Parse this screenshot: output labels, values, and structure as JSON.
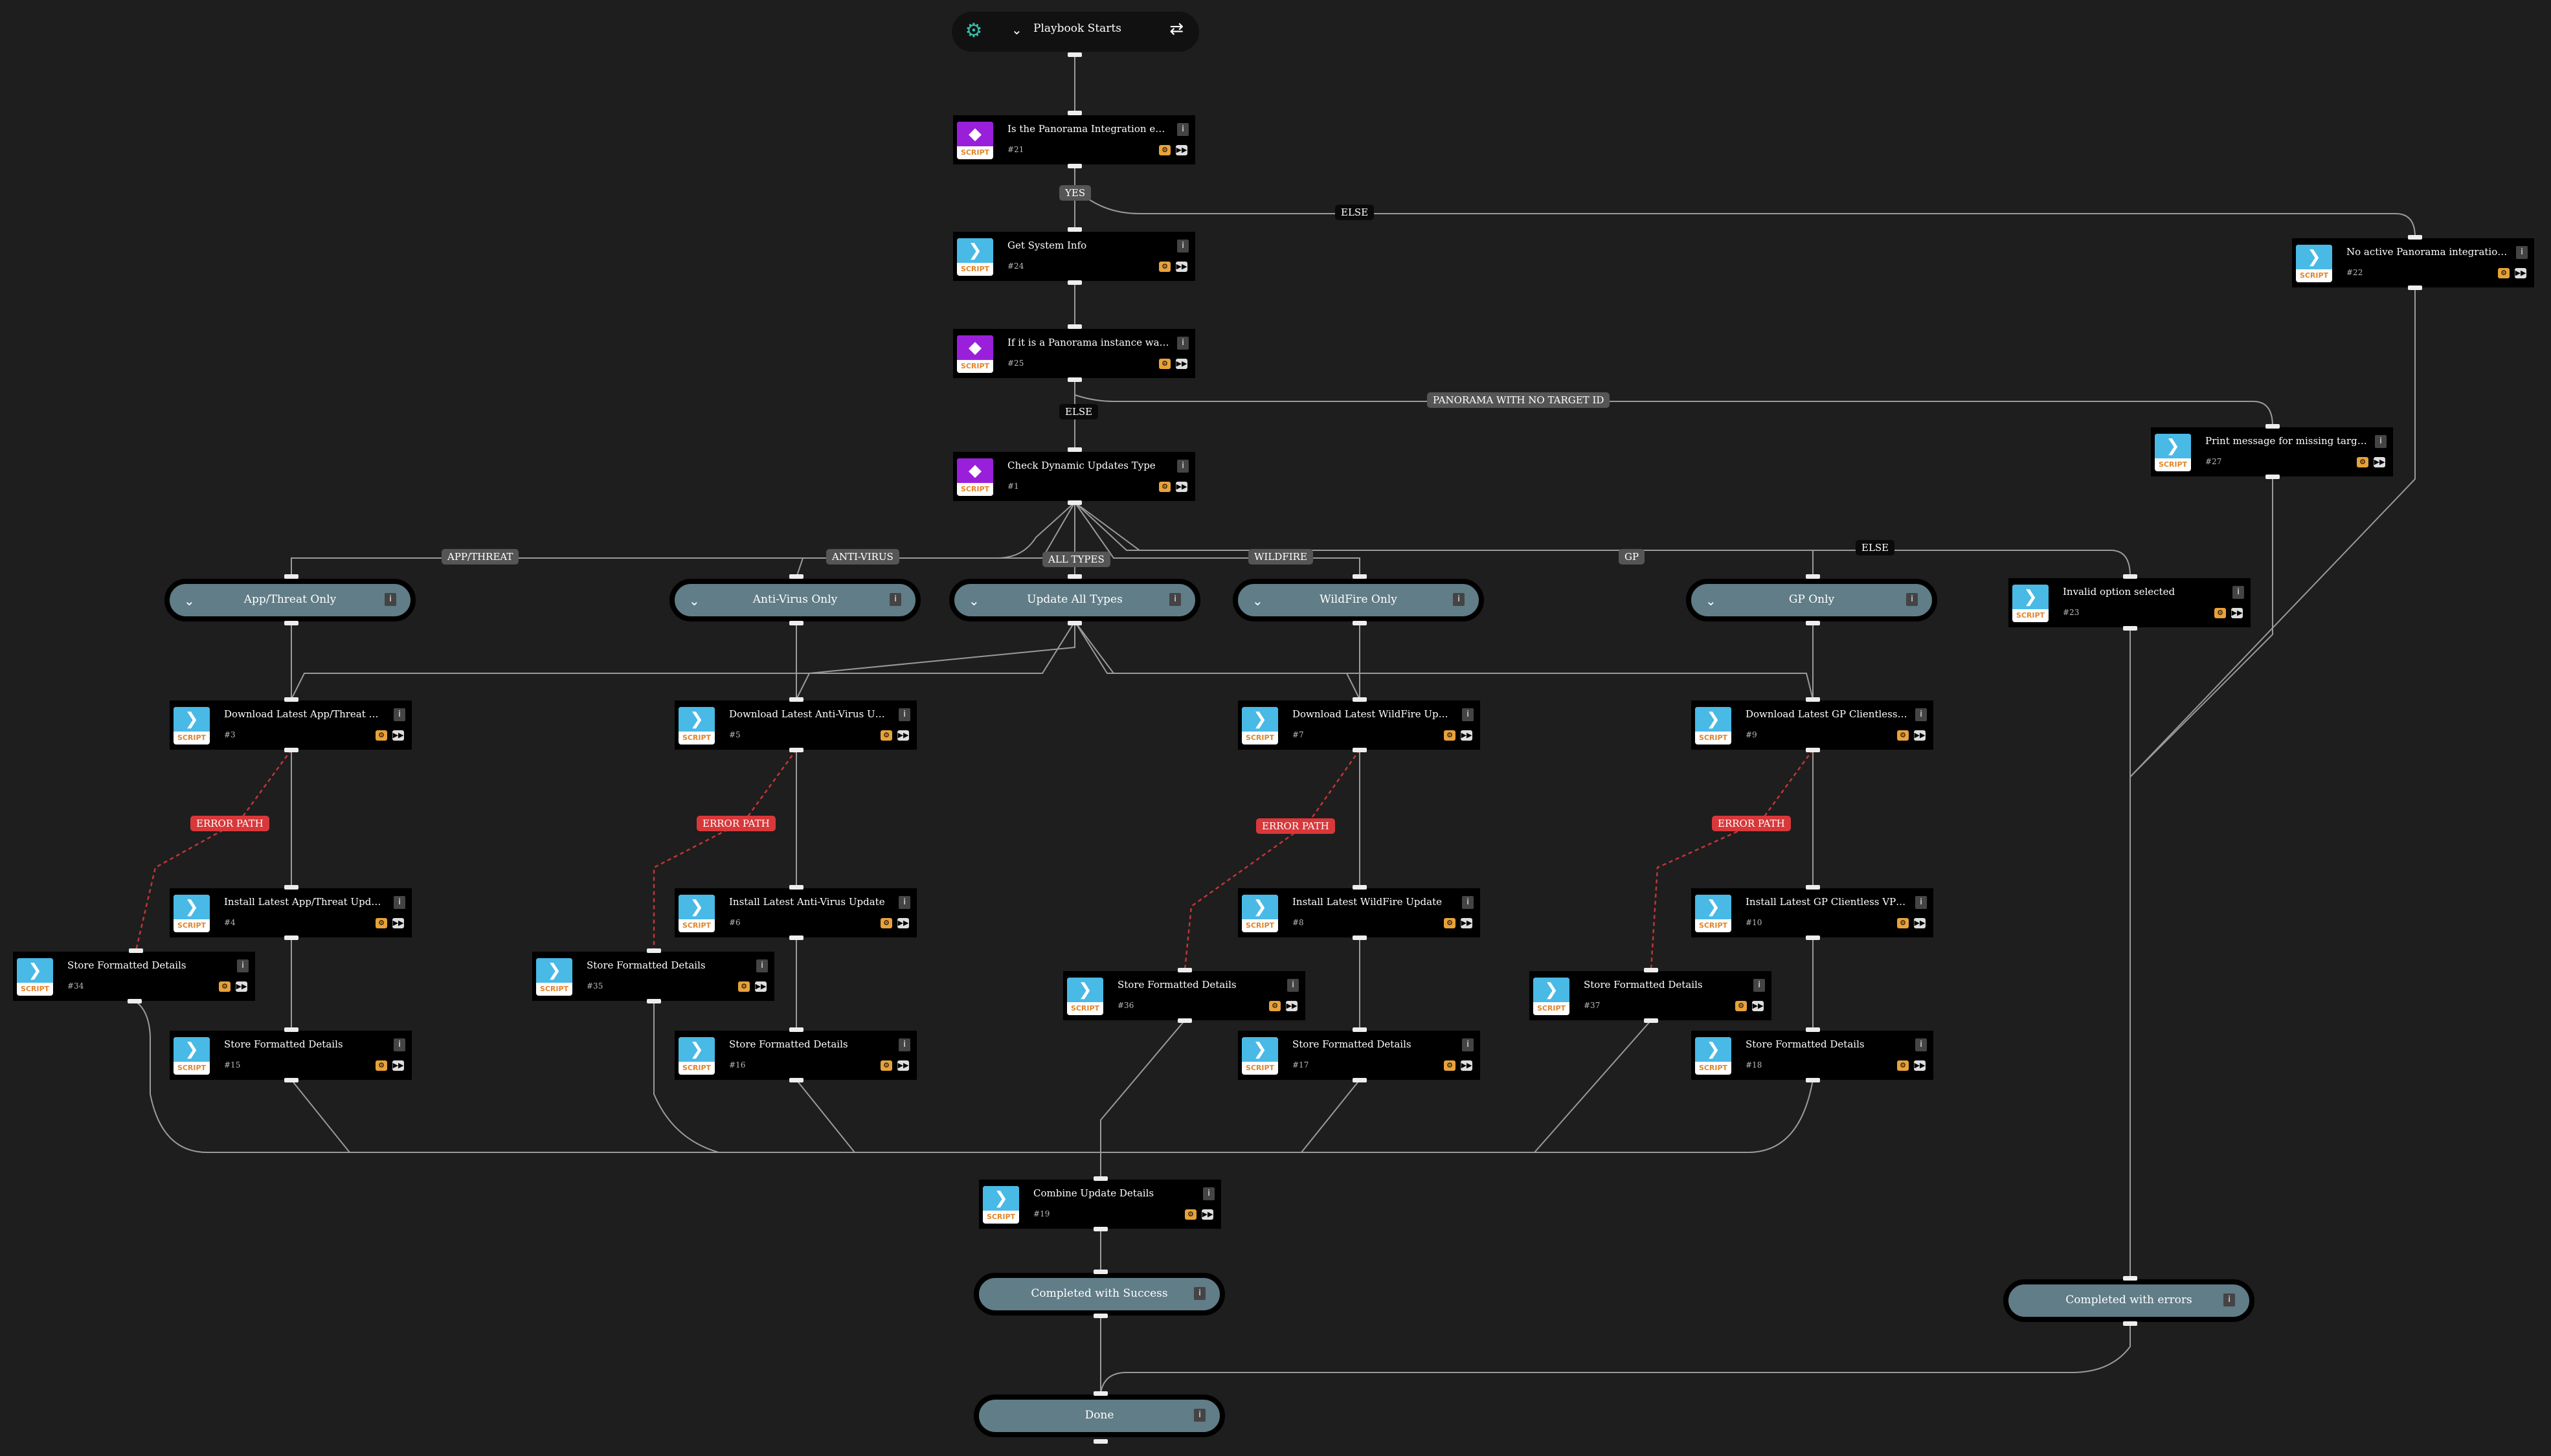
{
  "start": {
    "title": "Playbook Starts",
    "icon": "gear-icon",
    "swap_icon": "swap-icon"
  },
  "tasks": [
    {
      "key": "t21",
      "name": "Is the Panorama Integration enabled?",
      "id": "#21",
      "kind": "cond",
      "badge": "SCRIPT"
    },
    {
      "key": "t24",
      "name": "Get System Info",
      "id": "#24",
      "kind": "script",
      "badge": "SCRIPT"
    },
    {
      "key": "t25",
      "name": "If it is a Panorama instance was target...",
      "id": "#25",
      "kind": "cond",
      "badge": "SCRIPT"
    },
    {
      "key": "t1",
      "name": "Check Dynamic Updates Type",
      "id": "#1",
      "kind": "cond",
      "badge": "SCRIPT"
    },
    {
      "key": "t22",
      "name": "No active Panorama integration insta...",
      "id": "#22",
      "kind": "script",
      "badge": "SCRIPT"
    },
    {
      "key": "t27",
      "name": "Print message for missing target ID",
      "id": "#27",
      "kind": "script",
      "badge": "SCRIPT"
    },
    {
      "key": "t23",
      "name": "Invalid option selected",
      "id": "#23",
      "kind": "script",
      "badge": "SCRIPT"
    },
    {
      "key": "t3",
      "name": "Download Latest App/Threat Update",
      "id": "#3",
      "kind": "script",
      "badge": "SCRIPT"
    },
    {
      "key": "t5",
      "name": "Download Latest Anti-Virus Update",
      "id": "#5",
      "kind": "script",
      "badge": "SCRIPT"
    },
    {
      "key": "t7",
      "name": "Download Latest WildFire Update",
      "id": "#7",
      "kind": "script",
      "badge": "SCRIPT"
    },
    {
      "key": "t9",
      "name": "Download Latest GP Clientless VPN ...",
      "id": "#9",
      "kind": "script",
      "badge": "SCRIPT"
    },
    {
      "key": "t4",
      "name": "Install Latest App/Threat Update",
      "id": "#4",
      "kind": "script",
      "badge": "SCRIPT"
    },
    {
      "key": "t6",
      "name": "Install Latest Anti-Virus Update",
      "id": "#6",
      "kind": "script",
      "badge": "SCRIPT"
    },
    {
      "key": "t8",
      "name": "Install Latest WildFire Update",
      "id": "#8",
      "kind": "script",
      "badge": "SCRIPT"
    },
    {
      "key": "t10",
      "name": "Install Latest GP Clientless VPN Update",
      "id": "#10",
      "kind": "script",
      "badge": "SCRIPT"
    },
    {
      "key": "t34",
      "name": "Store Formatted Details",
      "id": "#34",
      "kind": "script",
      "badge": "SCRIPT"
    },
    {
      "key": "t35",
      "name": "Store Formatted Details",
      "id": "#35",
      "kind": "script",
      "badge": "SCRIPT"
    },
    {
      "key": "t36",
      "name": "Store Formatted Details",
      "id": "#36",
      "kind": "script",
      "badge": "SCRIPT"
    },
    {
      "key": "t37",
      "name": "Store Formatted Details",
      "id": "#37",
      "kind": "script",
      "badge": "SCRIPT"
    },
    {
      "key": "t15",
      "name": "Store Formatted Details",
      "id": "#15",
      "kind": "script",
      "badge": "SCRIPT"
    },
    {
      "key": "t16",
      "name": "Store Formatted Details",
      "id": "#16",
      "kind": "script",
      "badge": "SCRIPT"
    },
    {
      "key": "t17",
      "name": "Store Formatted Details",
      "id": "#17",
      "kind": "script",
      "badge": "SCRIPT"
    },
    {
      "key": "t18",
      "name": "Store Formatted Details",
      "id": "#18",
      "kind": "script",
      "badge": "SCRIPT"
    },
    {
      "key": "t19",
      "name": "Combine Update Details",
      "id": "#19",
      "kind": "script",
      "badge": "SCRIPT"
    }
  ],
  "sections": [
    {
      "key": "s_app",
      "title": "App/Threat Only",
      "chevron": true
    },
    {
      "key": "s_av",
      "title": "Anti-Virus Only",
      "chevron": true
    },
    {
      "key": "s_all",
      "title": "Update All Types",
      "chevron": true
    },
    {
      "key": "s_wf",
      "title": "WildFire Only",
      "chevron": true
    },
    {
      "key": "s_gp",
      "title": "GP Only",
      "chevron": true
    },
    {
      "key": "s_success",
      "title": "Completed with Success",
      "chevron": false
    },
    {
      "key": "s_errors",
      "title": "Completed with errors",
      "chevron": false
    },
    {
      "key": "s_done",
      "title": "Done",
      "chevron": false
    }
  ],
  "labels": [
    {
      "key": "l_yes",
      "text": "YES",
      "style": "gray"
    },
    {
      "key": "l_else1",
      "text": "ELSE",
      "style": "black"
    },
    {
      "key": "l_else2",
      "text": "ELSE",
      "style": "black"
    },
    {
      "key": "l_pano",
      "text": "PANORAMA WITH NO TARGET ID",
      "style": "gray"
    },
    {
      "key": "l_app",
      "text": "APP/THREAT",
      "style": "gray"
    },
    {
      "key": "l_av",
      "text": "ANTI-VIRUS",
      "style": "gray"
    },
    {
      "key": "l_all",
      "text": "ALL TYPES",
      "style": "gray"
    },
    {
      "key": "l_wf",
      "text": "WILDFIRE",
      "style": "gray"
    },
    {
      "key": "l_gp",
      "text": "GP",
      "style": "gray"
    },
    {
      "key": "l_else3",
      "text": "ELSE",
      "style": "black"
    },
    {
      "key": "e1",
      "text": "ERROR PATH",
      "style": "err"
    },
    {
      "key": "e2",
      "text": "ERROR PATH",
      "style": "err"
    },
    {
      "key": "e3",
      "text": "ERROR PATH",
      "style": "err"
    },
    {
      "key": "e4",
      "text": "ERROR PATH",
      "style": "err"
    }
  ],
  "icons": {
    "info": "i",
    "skip": "▶▶",
    "error_handle": "⚙"
  },
  "colors": {
    "background": "#1e1e1e",
    "script_icon": "#49b9e6",
    "condition_icon": "#9a1fdb",
    "section": "#617d87",
    "error": "#d9383a"
  }
}
